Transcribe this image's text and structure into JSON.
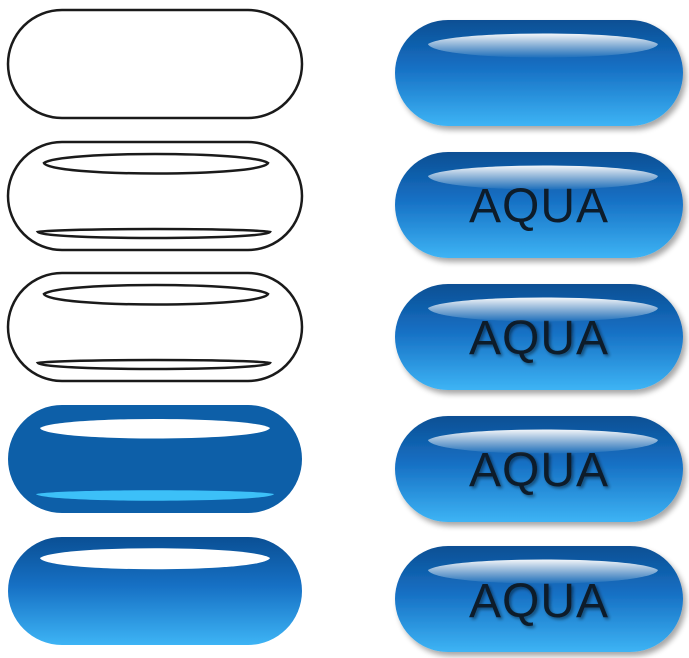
{
  "title": "",
  "buttons": {
    "right": [
      {
        "label": ""
      },
      {
        "label": "AQUA"
      },
      {
        "label": "AQUA"
      },
      {
        "label": "AQUA"
      },
      {
        "label": "AQUA"
      }
    ]
  },
  "colors": {
    "outline": "#1a1a1a",
    "dark_blue": "#0d5fa8",
    "mid_blue": "#1b86d6",
    "light_blue": "#3fb3f2",
    "highlight": "#ffffff",
    "text": "#101c2a"
  }
}
